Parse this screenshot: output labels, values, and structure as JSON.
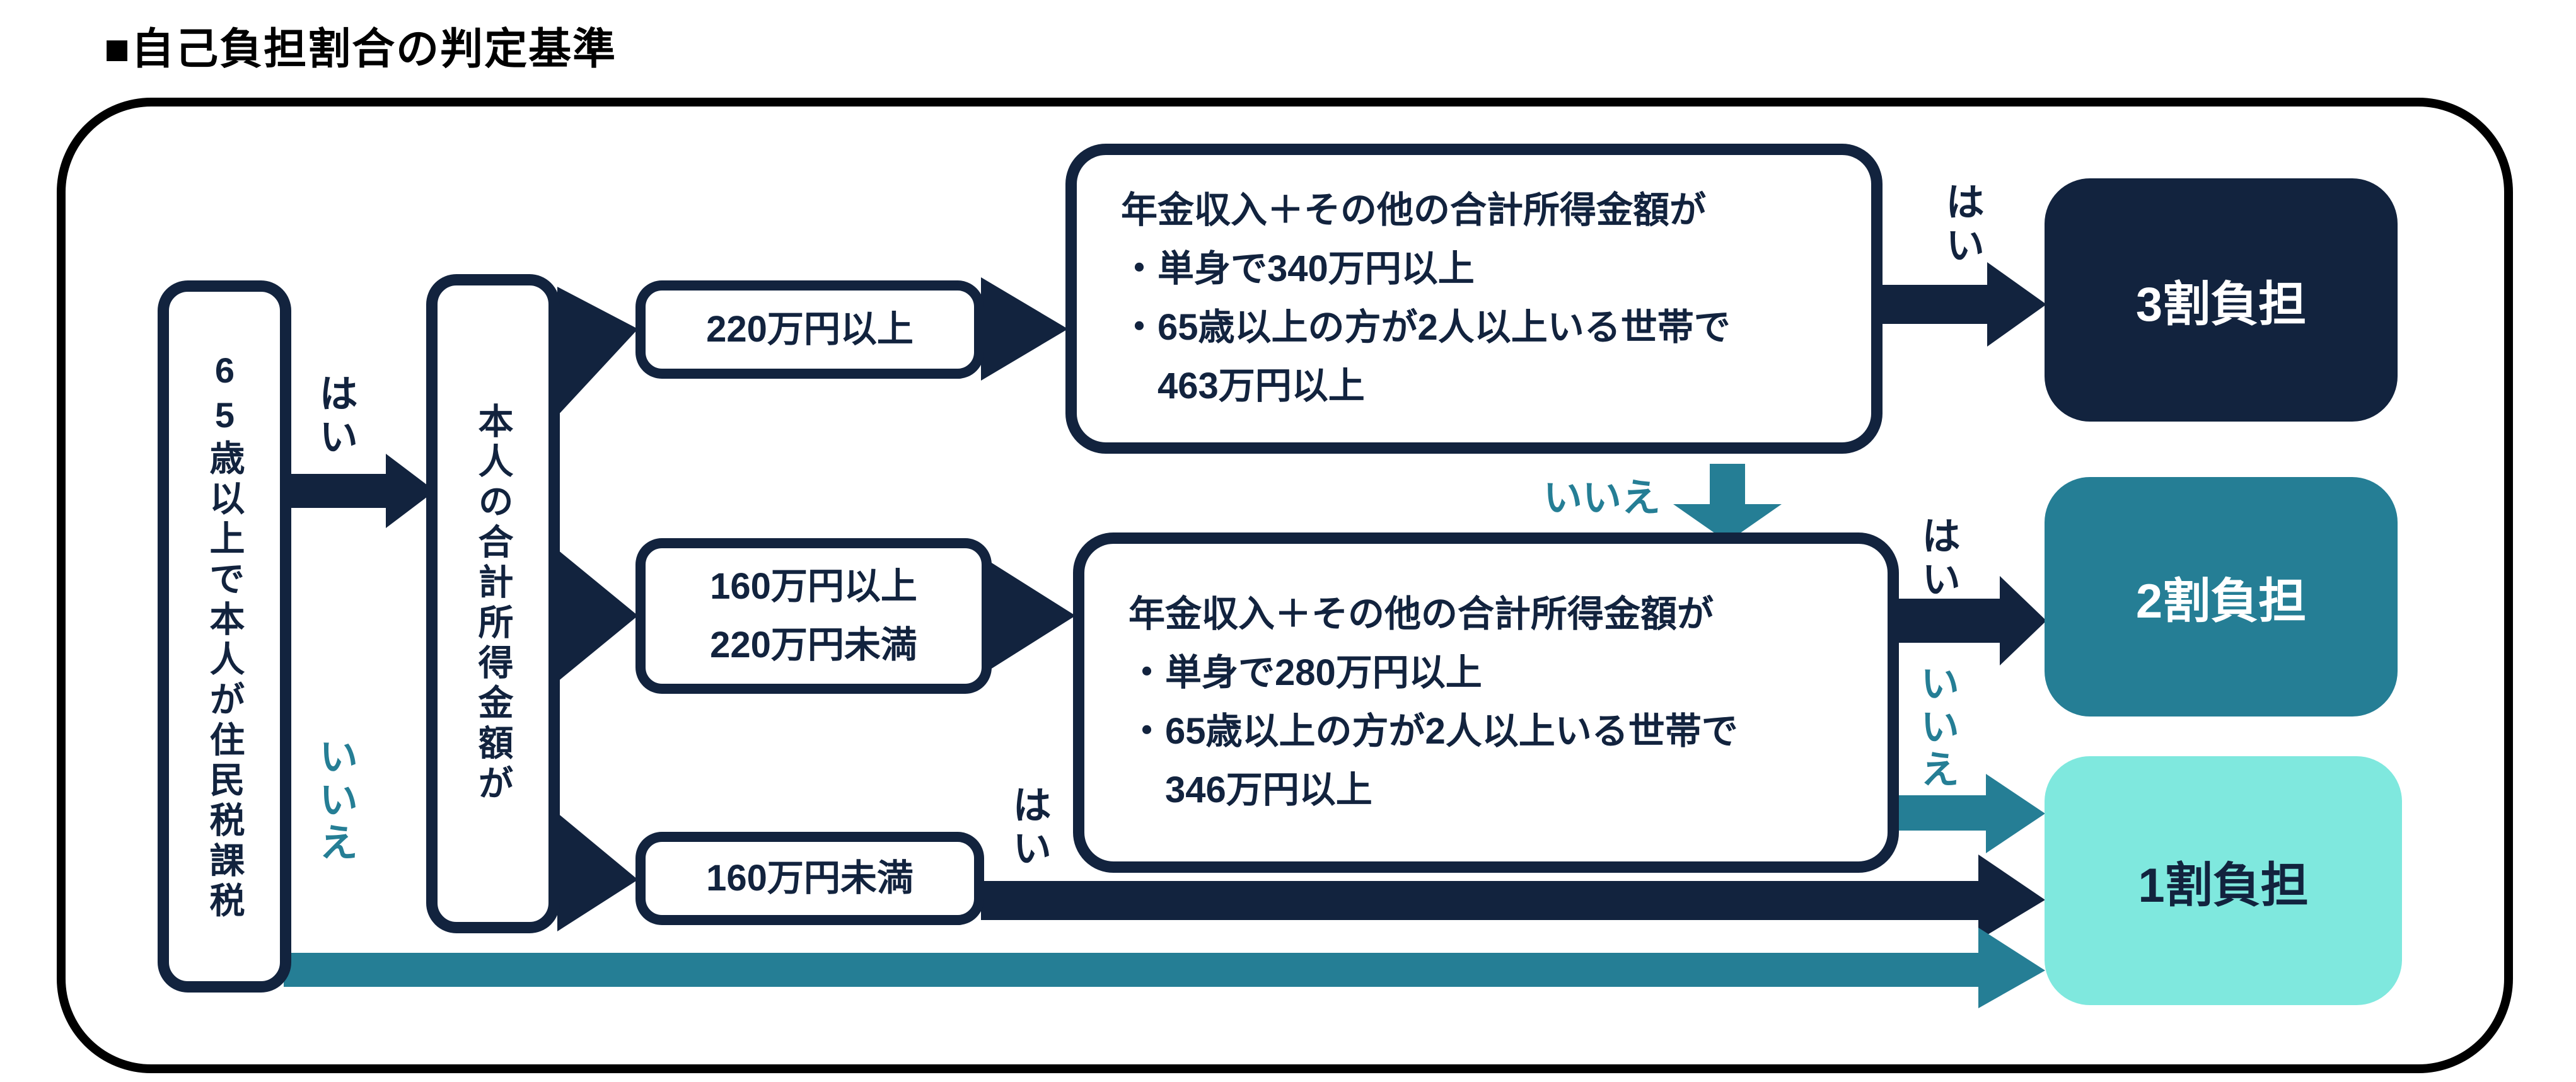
{
  "title": "■自己負担割合の判定基準",
  "colors": {
    "navy": "#12233E",
    "teal": "#257E95",
    "aqua": "#7FE8DE",
    "frame_border": "#000000",
    "background": "#FFFFFF"
  },
  "flowchart": {
    "question1": {
      "text": "65歳以上で本人が住民税課税"
    },
    "question2": {
      "text": "本人の合計所得金額が"
    },
    "branches": {
      "high": {
        "text": "220万円以上"
      },
      "mid": {
        "line1": "160万円以上",
        "line2": "220万円未満"
      },
      "low": {
        "text": "160万円未満"
      }
    },
    "condition1": {
      "line1": "年金収入＋その他の合計所得金額が",
      "line2": "・単身で340万円以上",
      "line3": "・65歳以上の方が2人以上いる世帯で",
      "line4": "　463万円以上"
    },
    "condition2": {
      "line1": "年金収入＋その他の合計所得金額が",
      "line2": "・単身で280万円以上",
      "line3": "・65歳以上の方が2人以上いる世帯で",
      "line4": "　346万円以上"
    },
    "labels": {
      "yes": "はい",
      "no": "いいえ"
    },
    "results": {
      "burden30": {
        "text": "3割負担"
      },
      "burden20": {
        "text": "2割負担"
      },
      "burden10": {
        "text": "1割負担"
      }
    }
  }
}
